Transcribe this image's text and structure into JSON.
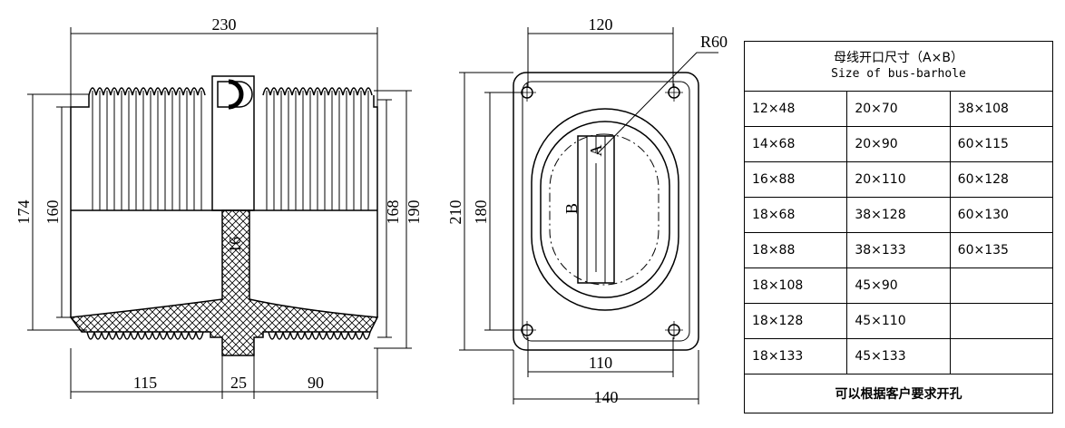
{
  "side_view": {
    "dims": {
      "overall_width": "230",
      "height_outer_left": "174",
      "height_inner_left": "160",
      "height_inner_right": "168",
      "height_outer_right": "190",
      "rib_thickness": "16",
      "bottom_left": "115",
      "bottom_center": "25",
      "bottom_right": "90"
    }
  },
  "front_view": {
    "dims": {
      "top_width": "120",
      "radius": "R60",
      "overall_height": "210",
      "inner_height": "180",
      "bottom_inner": "110",
      "bottom_outer": "140",
      "slot_a": "A",
      "slot_b": "B"
    }
  },
  "bus_table": {
    "title_cn": "母线开口尺寸（A×B）",
    "title_en": "Size of bus-barhole",
    "rows": [
      [
        "12×48",
        "20×70",
        "38×108"
      ],
      [
        "14×68",
        "20×90",
        "60×115"
      ],
      [
        "16×88",
        "20×110",
        "60×128"
      ],
      [
        "18×68",
        "38×128",
        "60×130"
      ],
      [
        "18×88",
        "38×133",
        "60×135"
      ],
      [
        "18×108",
        "45×90",
        ""
      ],
      [
        "18×128",
        "45×110",
        ""
      ],
      [
        "18×133",
        "45×133",
        ""
      ]
    ],
    "footer": "可以根据客户要求开孔"
  }
}
